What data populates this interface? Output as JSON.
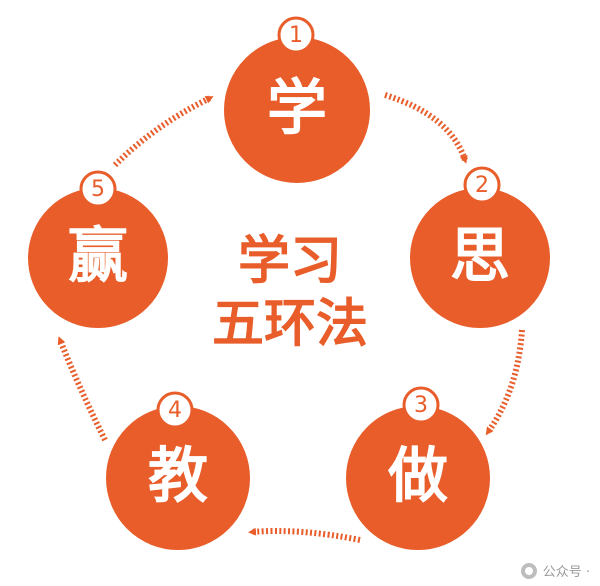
{
  "diagram": {
    "center_title_line1": "学习",
    "center_title_line2": "五环法",
    "accent_color": "#e85d2a",
    "nodes": [
      {
        "number": "1",
        "label": "学"
      },
      {
        "number": "2",
        "label": "思"
      },
      {
        "number": "3",
        "label": "做"
      },
      {
        "number": "4",
        "label": "教"
      },
      {
        "number": "5",
        "label": "赢"
      }
    ]
  },
  "watermark": {
    "text": "公众号 · ",
    "icon": "wechat-official-account-icon"
  }
}
